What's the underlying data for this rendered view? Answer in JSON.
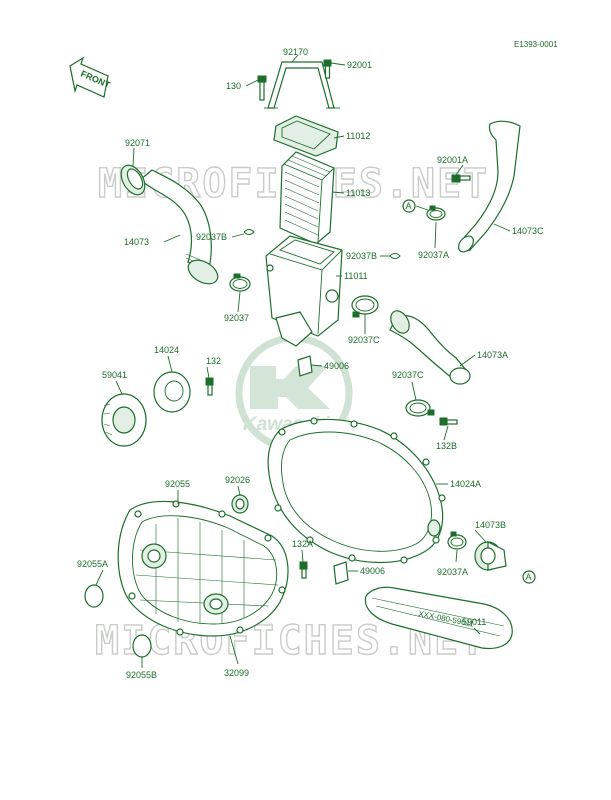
{
  "drawing_code": "E1393-0001",
  "front_label": "FRONT",
  "watermark_text": "MICROFICHES.NET",
  "logo_text": "Kawasaki",
  "belt_print": "XXX-080-59011",
  "ref_mark": "A",
  "colors": {
    "line": "#1c6e2a",
    "watermark": "#c9ccc9",
    "logo": "#cfe2d3"
  },
  "parts": [
    "92170",
    "92001",
    "130",
    "11012",
    "92071",
    "92001A",
    "11013",
    "92037B",
    "14073",
    "92037B",
    "11011",
    "14073C",
    "92037A",
    "92037",
    "92037C",
    "14073A",
    "14024",
    "132",
    "59041",
    "49006",
    "92037C",
    "132B",
    "14024A",
    "92055",
    "92026",
    "14073B",
    "132A",
    "49006",
    "92055A",
    "92037A",
    "59011",
    "92055B",
    "32099"
  ]
}
